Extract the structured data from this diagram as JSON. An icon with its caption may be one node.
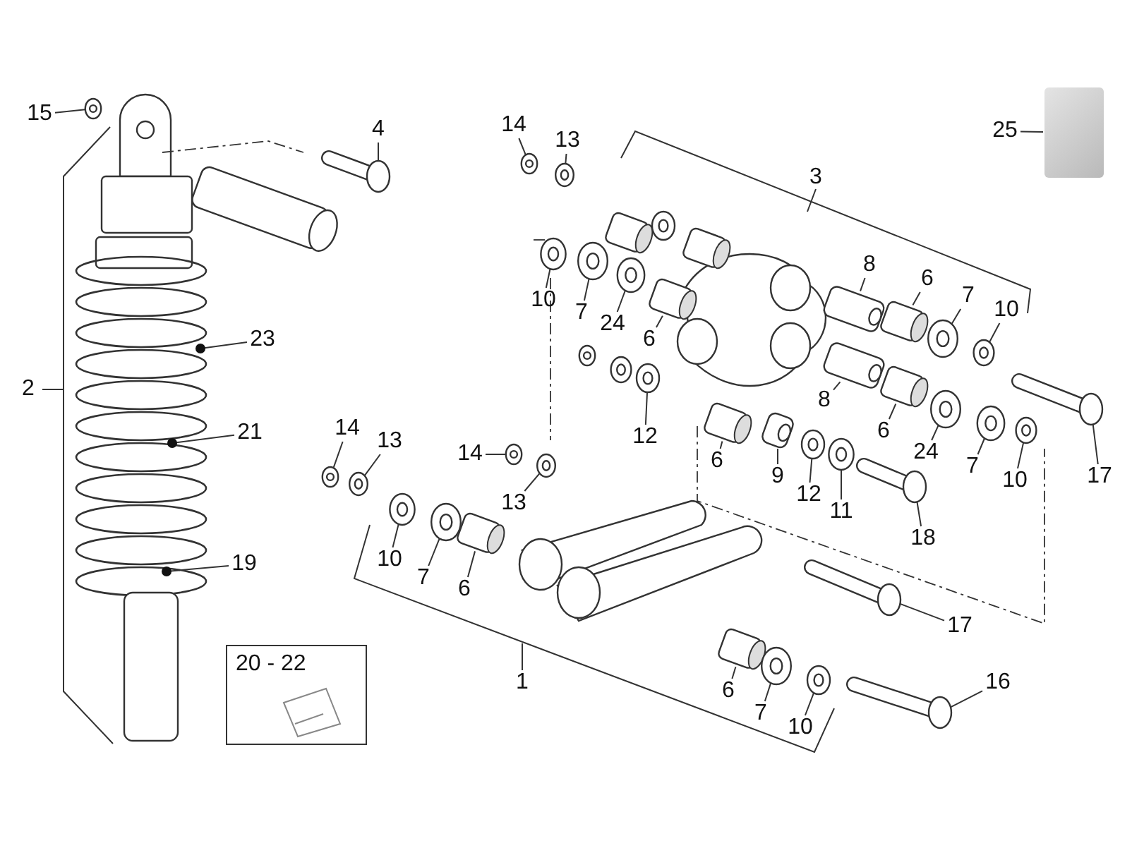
{
  "diagram": {
    "nodes": [
      {
        "text": [
          "15"
        ]
      },
      {
        "text": [
          "4"
        ]
      },
      {
        "text": [
          "14"
        ]
      },
      {
        "text": [
          "13"
        ]
      },
      {
        "text": [
          "25"
        ]
      },
      {
        "text": [],
        "shape": "picture"
      },
      {
        "text": [
          "10"
        ]
      },
      {
        "text": [
          "7"
        ]
      },
      {
        "text": [
          "24"
        ]
      },
      {
        "text": [
          "6"
        ]
      },
      {
        "text": [
          "8"
        ]
      },
      {
        "text": [
          "6"
        ]
      },
      {
        "text": [
          "7"
        ]
      },
      {
        "text": [
          "10"
        ]
      },
      {
        "text": [
          "23"
        ]
      },
      {
        "text": [
          "8"
        ]
      },
      {
        "text": [
          "6"
        ]
      },
      {
        "text": [
          "24"
        ]
      },
      {
        "text": [
          "7"
        ]
      },
      {
        "text": [
          "10"
        ]
      },
      {
        "text": [
          "17"
        ]
      },
      {
        "text": [
          "21"
        ]
      },
      {
        "text": [
          "14"
        ]
      },
      {
        "text": [
          "13"
        ]
      },
      {
        "text": [
          "14"
        ]
      },
      {
        "text": [
          "12"
        ]
      },
      {
        "text": [
          "6"
        ]
      },
      {
        "text": [
          "9"
        ]
      },
      {
        "text": [
          "12"
        ]
      },
      {
        "text": [
          "11"
        ]
      },
      {
        "text": [
          "13"
        ]
      },
      {
        "text": [
          "18"
        ]
      },
      {
        "text": [
          "10"
        ]
      },
      {
        "text": [
          "7"
        ]
      },
      {
        "text": [
          "6"
        ]
      },
      {
        "text": [
          "19"
        ]
      },
      {
        "text": [
          "17"
        ]
      },
      {
        "text": [
          "20 - 22"
        ]
      },
      {
        "text": [
          "16"
        ]
      },
      {
        "text": [
          "6"
        ]
      },
      {
        "text": [
          "7"
        ]
      },
      {
        "text": [
          "10"
        ]
      },
      {
        "text": [],
        "shape": "nut"
      },
      {
        "text": [],
        "shape": "bolt"
      },
      {
        "text": [],
        "shape": "nut"
      },
      {
        "text": [],
        "shape": "ring"
      },
      {
        "text": [],
        "shape": "ring"
      },
      {
        "text": [],
        "shape": "ring"
      },
      {
        "text": [],
        "shape": "ring"
      },
      {
        "text": [],
        "shape": "bearing"
      },
      {
        "text": [],
        "shape": "sleeve"
      },
      {
        "text": [],
        "shape": "bearing"
      },
      {
        "text": [],
        "shape": "ring"
      },
      {
        "text": [],
        "shape": "ring"
      },
      {
        "text": [],
        "shape": "sleeve"
      },
      {
        "text": [],
        "shape": "bearing"
      },
      {
        "text": [],
        "shape": "ring"
      },
      {
        "text": [],
        "shape": "ring"
      },
      {
        "text": [],
        "shape": "ring"
      },
      {
        "text": [],
        "shape": "bolt"
      },
      {
        "text": [],
        "shape": "nut"
      },
      {
        "text": [],
        "shape": "ring"
      },
      {
        "text": [],
        "shape": "nut"
      },
      {
        "text": [],
        "shape": "ring"
      },
      {
        "text": [],
        "shape": "bearing"
      },
      {
        "text": [],
        "shape": "sleeve"
      },
      {
        "text": [],
        "shape": "ring"
      },
      {
        "text": [],
        "shape": "ring"
      },
      {
        "text": [],
        "shape": "ring"
      },
      {
        "text": [],
        "shape": "bolt"
      },
      {
        "text": [],
        "shape": "ring"
      },
      {
        "text": [],
        "shape": "ring"
      },
      {
        "text": [],
        "shape": "bearing"
      },
      {
        "text": [],
        "shape": "bolt"
      },
      {
        "text": [],
        "shape": "bolt"
      },
      {
        "text": [],
        "shape": "bearing"
      },
      {
        "text": [],
        "shape": "ring"
      },
      {
        "text": [],
        "shape": "ring"
      },
      {
        "text": [],
        "shape": "bearing"
      },
      {
        "text": [],
        "shape": "ring"
      },
      {
        "text": [],
        "shape": "bearing"
      },
      {
        "text": [],
        "shape": "nut"
      },
      {
        "text": [],
        "shape": "ring"
      }
    ],
    "edges": [
      {
        "from": 0,
        "to": 42,
        "arrow": "none"
      },
      {
        "from": 1,
        "to": 43,
        "arrow": "none"
      },
      {
        "from": 2,
        "to": 44,
        "arrow": "none"
      },
      {
        "from": 3,
        "to": 45,
        "arrow": "none"
      },
      {
        "from": 4,
        "to": 5,
        "arrow": "none"
      },
      {
        "from": 6,
        "to": 46,
        "arrow": "none"
      },
      {
        "from": 7,
        "to": 47,
        "arrow": "none"
      },
      {
        "from": 8,
        "to": 48,
        "arrow": "none"
      },
      {
        "from": 9,
        "to": 49,
        "arrow": "none"
      },
      {
        "from": 10,
        "to": 50,
        "arrow": "none"
      },
      {
        "from": 11,
        "to": 51,
        "arrow": "none"
      },
      {
        "from": 12,
        "to": 52,
        "arrow": "none"
      },
      {
        "from": 13,
        "to": 53,
        "arrow": "none"
      },
      {
        "from": 14,
        "to": null,
        "arrow": "other"
      },
      {
        "from": 15,
        "to": 54,
        "arrow": "none"
      },
      {
        "from": 16,
        "to": 55,
        "arrow": "none"
      },
      {
        "from": 17,
        "to": 56,
        "arrow": "none"
      },
      {
        "from": 18,
        "to": 57,
        "arrow": "none"
      },
      {
        "from": 19,
        "to": 58,
        "arrow": "none"
      },
      {
        "from": 20,
        "to": 59,
        "arrow": "none"
      },
      {
        "from": 21,
        "to": null,
        "arrow": "other"
      },
      {
        "from": 22,
        "to": 60,
        "arrow": "none"
      },
      {
        "from": 23,
        "to": 61,
        "arrow": "none"
      },
      {
        "from": 24,
        "to": 62,
        "arrow": "none"
      },
      {
        "from": 25,
        "to": 63,
        "arrow": "none"
      },
      {
        "from": 26,
        "to": 64,
        "arrow": "none"
      },
      {
        "from": 27,
        "to": 65,
        "arrow": "none"
      },
      {
        "from": 28,
        "to": 66,
        "arrow": "none"
      },
      {
        "from": 29,
        "to": 67,
        "arrow": "none"
      },
      {
        "from": 30,
        "to": 68,
        "arrow": "none"
      },
      {
        "from": 31,
        "to": 69,
        "arrow": "none"
      },
      {
        "from": 32,
        "to": 70,
        "arrow": "none"
      },
      {
        "from": 33,
        "to": 71,
        "arrow": "none"
      },
      {
        "from": 34,
        "to": 72,
        "arrow": "none"
      },
      {
        "from": 35,
        "to": null,
        "arrow": "other"
      },
      {
        "from": 36,
        "to": 73,
        "arrow": "none"
      },
      {
        "from": 38,
        "to": 74,
        "arrow": "none"
      },
      {
        "from": 39,
        "to": 75,
        "arrow": "none"
      },
      {
        "from": 40,
        "to": 76,
        "arrow": "none"
      },
      {
        "from": 41,
        "to": 77,
        "arrow": "none"
      }
    ],
    "labels": [
      "2",
      "3",
      "1"
    ]
  }
}
